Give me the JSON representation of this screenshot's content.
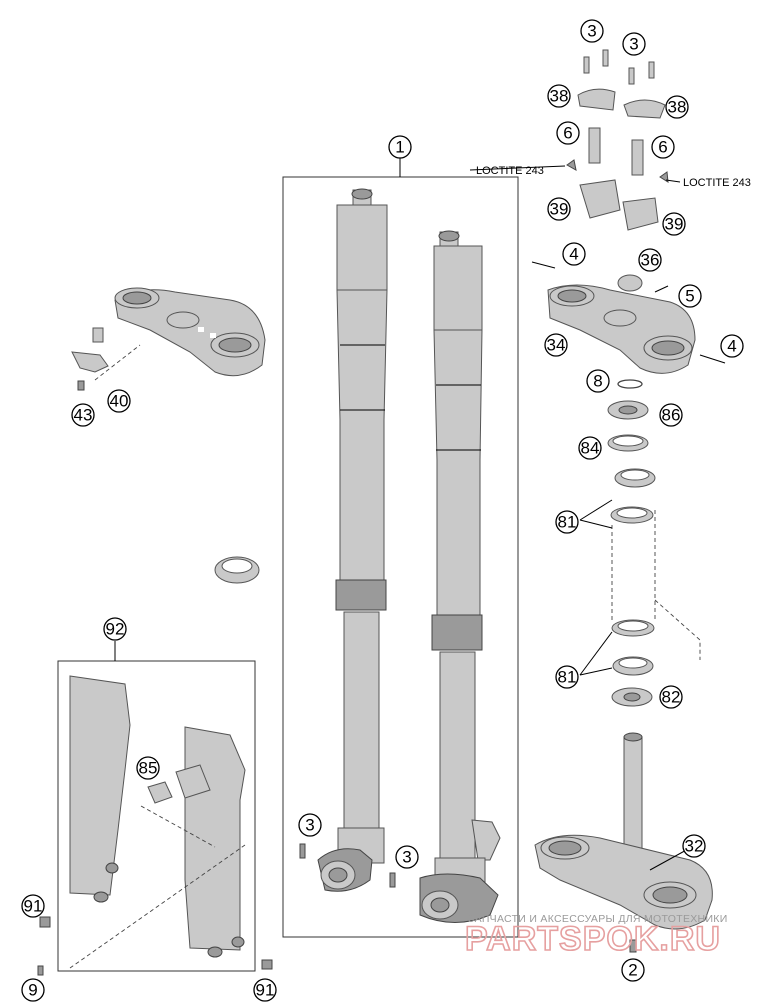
{
  "callouts": {
    "c1": "1",
    "c2": "2",
    "c3a": "3",
    "c3b": "3",
    "c3c": "3",
    "c3d": "3",
    "c4a": "4",
    "c4b": "4",
    "c5": "5",
    "c6a": "6",
    "c6b": "6",
    "c8": "8",
    "c9": "9",
    "c32": "32",
    "c34": "34",
    "c36": "36",
    "c38a": "38",
    "c38b": "38",
    "c39a": "39",
    "c39b": "39",
    "c40": "40",
    "c43": "43",
    "c81a": "81",
    "c81b": "81",
    "c82": "82",
    "c84": "84",
    "c85": "85",
    "c86": "86",
    "c91a": "91",
    "c91b": "91",
    "c92": "92"
  },
  "notes": {
    "loctite_left": "LOCTITE 243",
    "loctite_right": "LOCTITE 243"
  },
  "watermark": {
    "line1": "ЗАПЧАСТИ И АКСЕССУАРЫ ДЛЯ МОТОТЕХНИКИ",
    "line2": "PARTSPOK.RU"
  }
}
